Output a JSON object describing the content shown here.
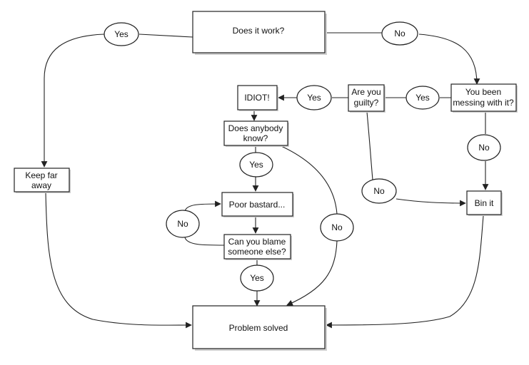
{
  "nodes": {
    "does_it_work": "Does it work?",
    "messing": [
      "You been",
      "messing with it?"
    ],
    "guilty": [
      "Are you",
      "guilty?"
    ],
    "idiot": "IDIOT!",
    "anybody_know": [
      "Does anybody",
      "know?"
    ],
    "keep_far_away": [
      "Keep far",
      "away"
    ],
    "poor_bastard": "Poor bastard...",
    "blame": [
      "Can you blame",
      "someone else?"
    ],
    "bin_it": "Bin it",
    "problem_solved": "Problem solved"
  },
  "edge_labels": {
    "yes_work": "Yes",
    "no_work": "No",
    "yes_messing": "Yes",
    "yes_guilty": "Yes",
    "no_messing": "No",
    "no_guilty": "No",
    "yes_anybody": "Yes",
    "no_anybody": "No",
    "no_blame": "No",
    "yes_blame": "Yes"
  }
}
